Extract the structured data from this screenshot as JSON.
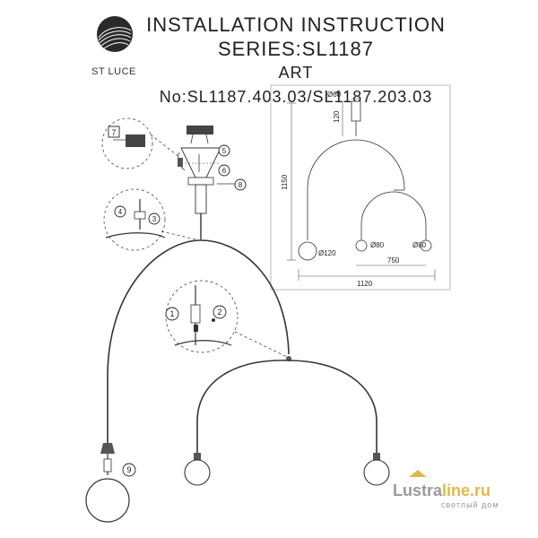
{
  "brand": {
    "logo_text": "ST LUCE"
  },
  "header": {
    "title_line1": "INSTALLATION INSTRUCTION",
    "title_line2": "SERIES:SL1187",
    "title_line3": "ART No:SL1187.403.03/SL1187.203.03"
  },
  "dimensions": {
    "canopy_diameter": "Ø60",
    "drop_height": "120",
    "total_height": "1150",
    "globe_large": "Ø120",
    "globe_small_left": "Ø80",
    "globe_small_right": "Ø80",
    "inner_width": "750",
    "total_width": "1120"
  },
  "steps": {
    "s1": "1",
    "s2": "2",
    "s3": "3",
    "s4": "4",
    "s5": "5",
    "s6": "6",
    "s7": "7",
    "s8": "8",
    "s9": "9"
  },
  "watermark": {
    "name_part1": "Lustra",
    "name_part2": "line.ru",
    "subtitle": "светлый дом",
    "accent_color": "#e0b84a"
  }
}
